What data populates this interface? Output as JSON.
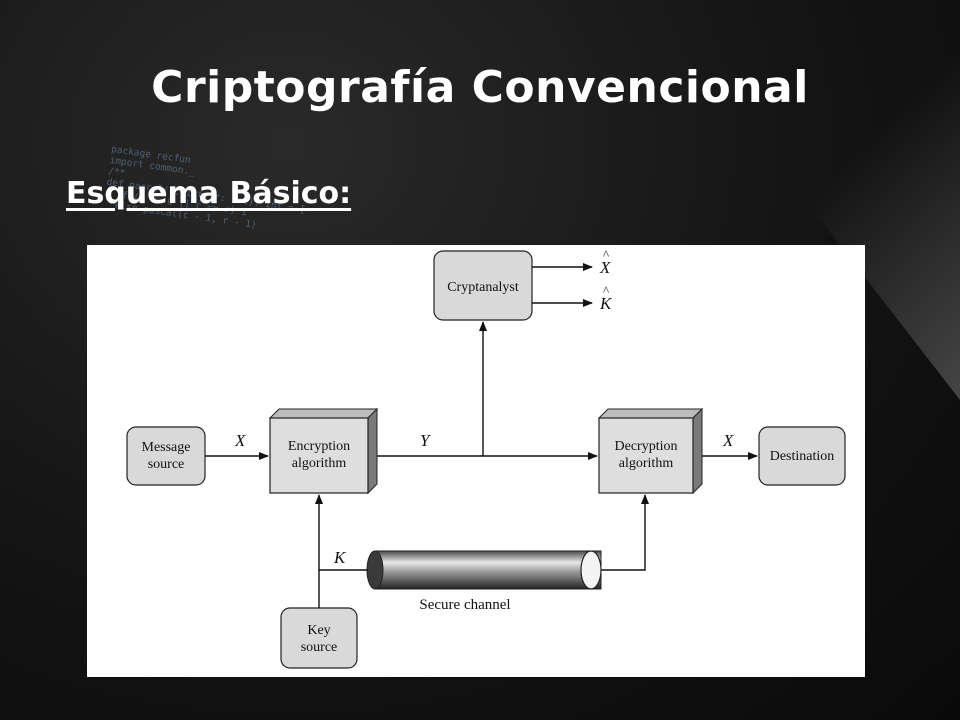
{
  "slide": {
    "title": "Criptografía Convencional",
    "subtitle": "Esquema Básico:"
  },
  "background_code": [
    "package recfun",
    "import common._",
    "/**",
    "def pascal(c: Int, r: Int): Int = {",
    "  if (c == 0 || c == r) 1",
    "  else pascal(c - 1, r - 1)"
  ],
  "diagram": {
    "message_source": [
      "Message",
      "source"
    ],
    "encryption": [
      "Encryption",
      "algorithm"
    ],
    "decryption": [
      "Decryption",
      "algorithm"
    ],
    "destination": "Destination",
    "cryptanalyst": "Cryptanalyst",
    "key_source": [
      "Key",
      "source"
    ],
    "secure_channel": "Secure channel",
    "x_label": "X",
    "y_label": "Y",
    "k_label": "K",
    "x_hat": "X",
    "k_hat": "K",
    "hat": "^"
  }
}
